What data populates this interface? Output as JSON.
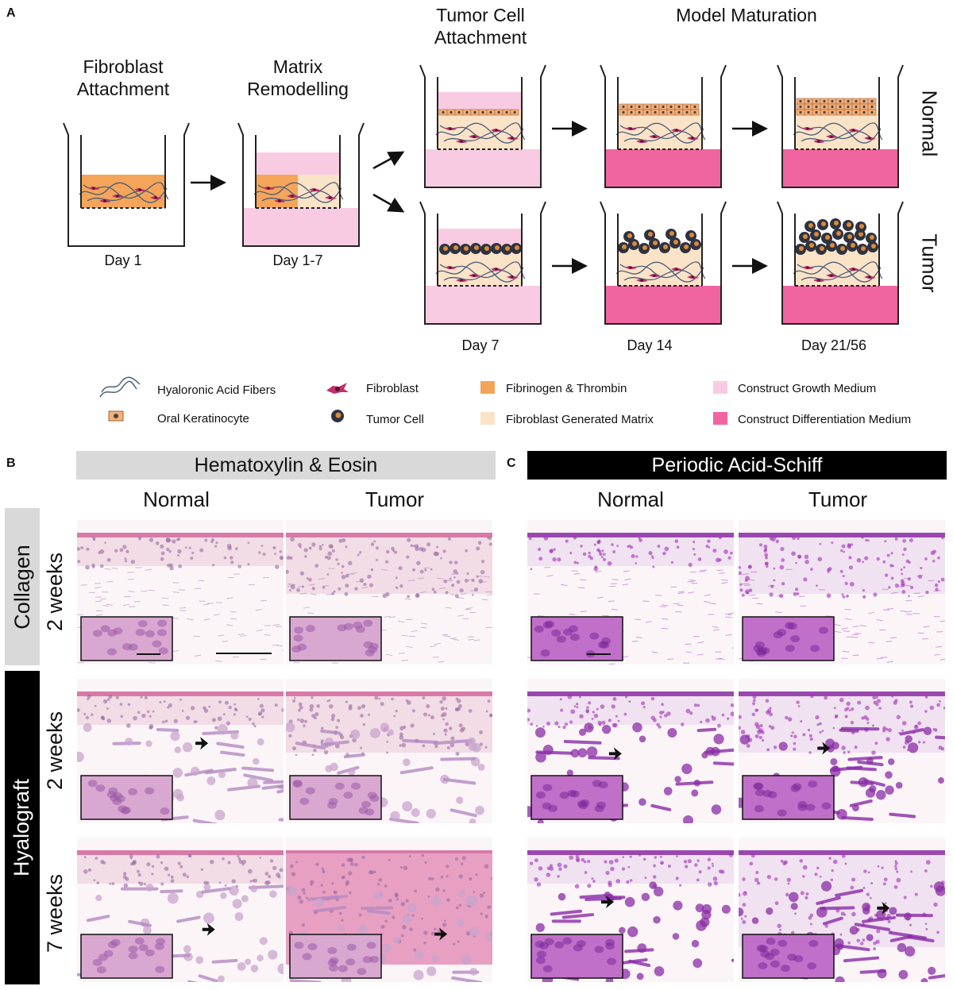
{
  "panel_a": {
    "letter": "A",
    "steps": [
      {
        "title_l1": "Fibroblast",
        "title_l2": "Attachment",
        "day": "Day 1"
      },
      {
        "title_l1": "Matrix",
        "title_l2": "Remodelling",
        "day": "Day 1-7"
      },
      {
        "title_l1": "Tumor Cell",
        "title_l2": "Attachment",
        "day": "Day 7"
      },
      {
        "title_l1": "Model Maturation",
        "title_l2": "",
        "day": "Day 14"
      },
      {
        "title_l1": "",
        "title_l2": "",
        "day": "Day 21/56"
      }
    ],
    "row_labels": {
      "normal": "Normal",
      "tumor": "Tumor"
    },
    "colors": {
      "fibrinogen": "#f4a55a",
      "matrix": "#fbe3c8",
      "growth_medium": "#f9cbe3",
      "diff_medium": "#f0659f",
      "tumor_cell": "#2f3340",
      "fibroblast": "#c0306a",
      "fiber": "#4a5f7a"
    },
    "legend": [
      {
        "icon": "hyaluronic-fiber-icon",
        "label": "Hyaloronic Acid Fibers"
      },
      {
        "icon": "fibroblast-icon",
        "label": "Fibroblast"
      },
      {
        "icon": "fibrinogen-swatch",
        "label": "Fibrinogen & Thrombin",
        "color": "#f4a55a"
      },
      {
        "icon": "growth-medium-swatch",
        "label": "Construct Growth Medium",
        "color": "#f9cbe3"
      },
      {
        "icon": "keratinocyte-icon",
        "label": "Oral Keratinocyte"
      },
      {
        "icon": "tumor-cell-icon",
        "label": "Tumor Cell"
      },
      {
        "icon": "matrix-swatch",
        "label": "Fibroblast Generated Matrix",
        "color": "#fbe3c8"
      },
      {
        "icon": "diff-medium-swatch",
        "label": "Construct Differentiation Medium",
        "color": "#f0659f"
      }
    ]
  },
  "panel_b": {
    "letter": "B",
    "header": "Hematoxylin & Eosin",
    "columns": [
      "Normal",
      "Tumor"
    ]
  },
  "panel_c": {
    "letter": "C",
    "header": "Periodic Acid-Schiff",
    "columns": [
      "Normal",
      "Tumor"
    ]
  },
  "row_groups": {
    "collagen": "Collagen",
    "hyalograft": "Hyalograft"
  },
  "row_times": {
    "r1": "2 weeks",
    "r2": "2 weeks",
    "r3": "7 weeks"
  }
}
